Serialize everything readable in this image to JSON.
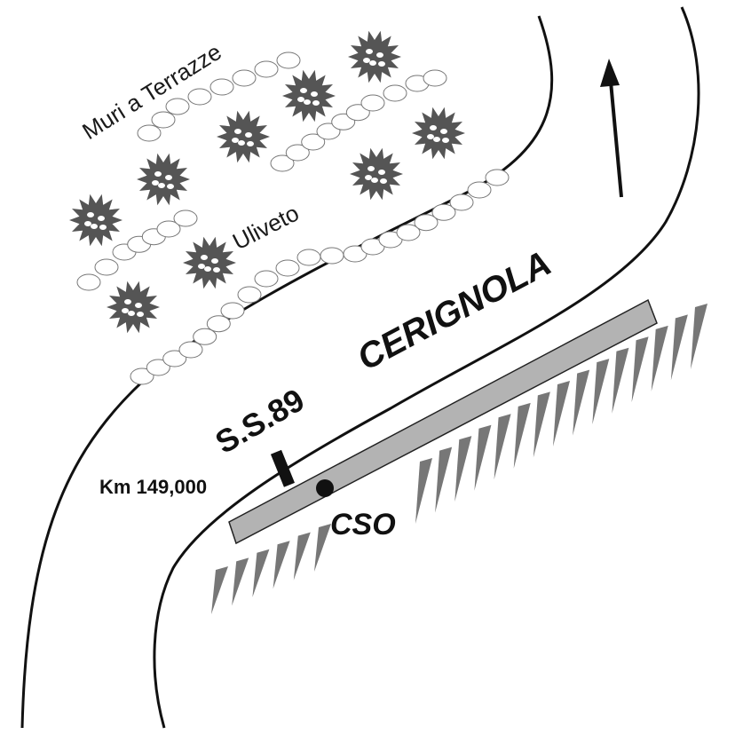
{
  "labels": {
    "muri": "Muri a Terrazze",
    "uliveto": "Uliveto",
    "town": "CERIGNOLA",
    "road": "S.S.89",
    "km": "Km 149,000",
    "cso": "CSO"
  },
  "icons": {
    "olive_tree": "olive-tree-icon",
    "arrow": "direction-arrow-icon",
    "slope": "slope-hachure-icon"
  },
  "colors": {
    "road_line": "#111111",
    "band": "#b3b3b3",
    "tree": "#555555",
    "hachure": "#777777",
    "wall": "#777777"
  }
}
